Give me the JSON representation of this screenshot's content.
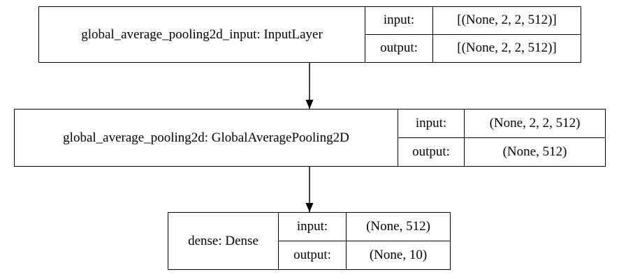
{
  "diagram": {
    "nodes": [
      {
        "label": "global_average_pooling2d_input: InputLayer",
        "input_key": "input:",
        "input_value": "[(None, 2, 2, 512)]",
        "output_key": "output:",
        "output_value": "[(None, 2, 2, 512)]"
      },
      {
        "label": "global_average_pooling2d: GlobalAveragePooling2D",
        "input_key": "input:",
        "input_value": "(None, 2, 2, 512)",
        "output_key": "output:",
        "output_value": "(None, 512)"
      },
      {
        "label": "dense: Dense",
        "input_key": "input:",
        "input_value": "(None, 512)",
        "output_key": "output:",
        "output_value": "(None, 10)"
      }
    ]
  }
}
